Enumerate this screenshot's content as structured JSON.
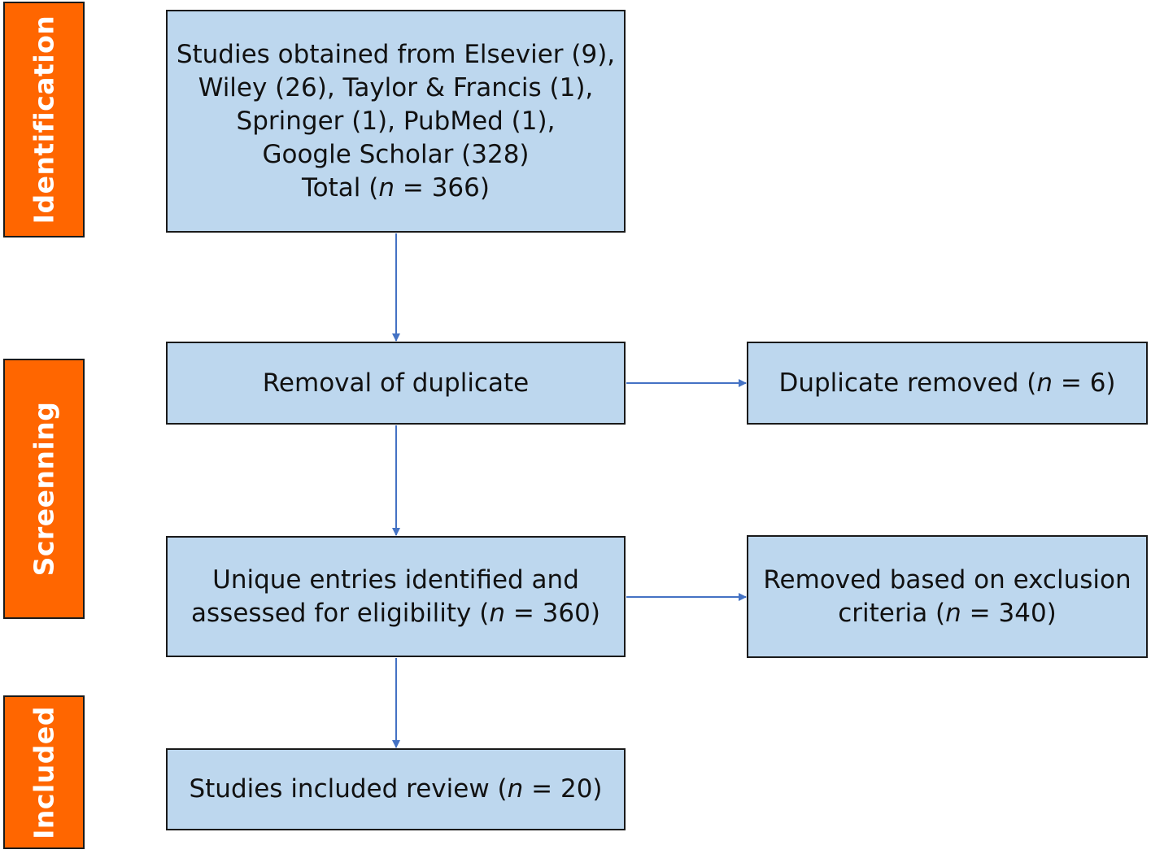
{
  "stages": [
    {
      "id": "identification",
      "label": "Identification"
    },
    {
      "id": "screening",
      "label": "Screenning"
    },
    {
      "id": "included",
      "label": "Included"
    }
  ],
  "boxes": {
    "studies_obtained": {
      "line1": "Studies obtained from Elsevier (9),",
      "line2": "Wiley (26), Taylor & Francis (1),",
      "line3": "Springer (1), PubMed (1),",
      "line4": "Google Scholar (328)",
      "total_prefix": "Total (",
      "n": "n",
      "total_suffix": " = 366)"
    },
    "removal_of_duplicate": {
      "text": "Removal of duplicate"
    },
    "duplicate_removed": {
      "prefix": "Duplicate removed (",
      "n": "n",
      "suffix": " = 6)"
    },
    "unique_entries": {
      "line1": "Unique entries identified and",
      "line2_prefix": "assessed for eligibility (",
      "n": "n",
      "line2_suffix": " = 360)"
    },
    "removed_exclusion": {
      "line1": "Removed based on exclusion",
      "line2_prefix": "criteria (",
      "n": "n",
      "line2_suffix": " = 340)"
    },
    "studies_included": {
      "prefix": "Studies included review (",
      "n": "n",
      "suffix": " = 20)"
    }
  },
  "colors": {
    "stage_fill": "#ff6600",
    "box_fill": "#bdd7ee",
    "border": "#1a1a1a",
    "arrow": "#4472c4"
  }
}
